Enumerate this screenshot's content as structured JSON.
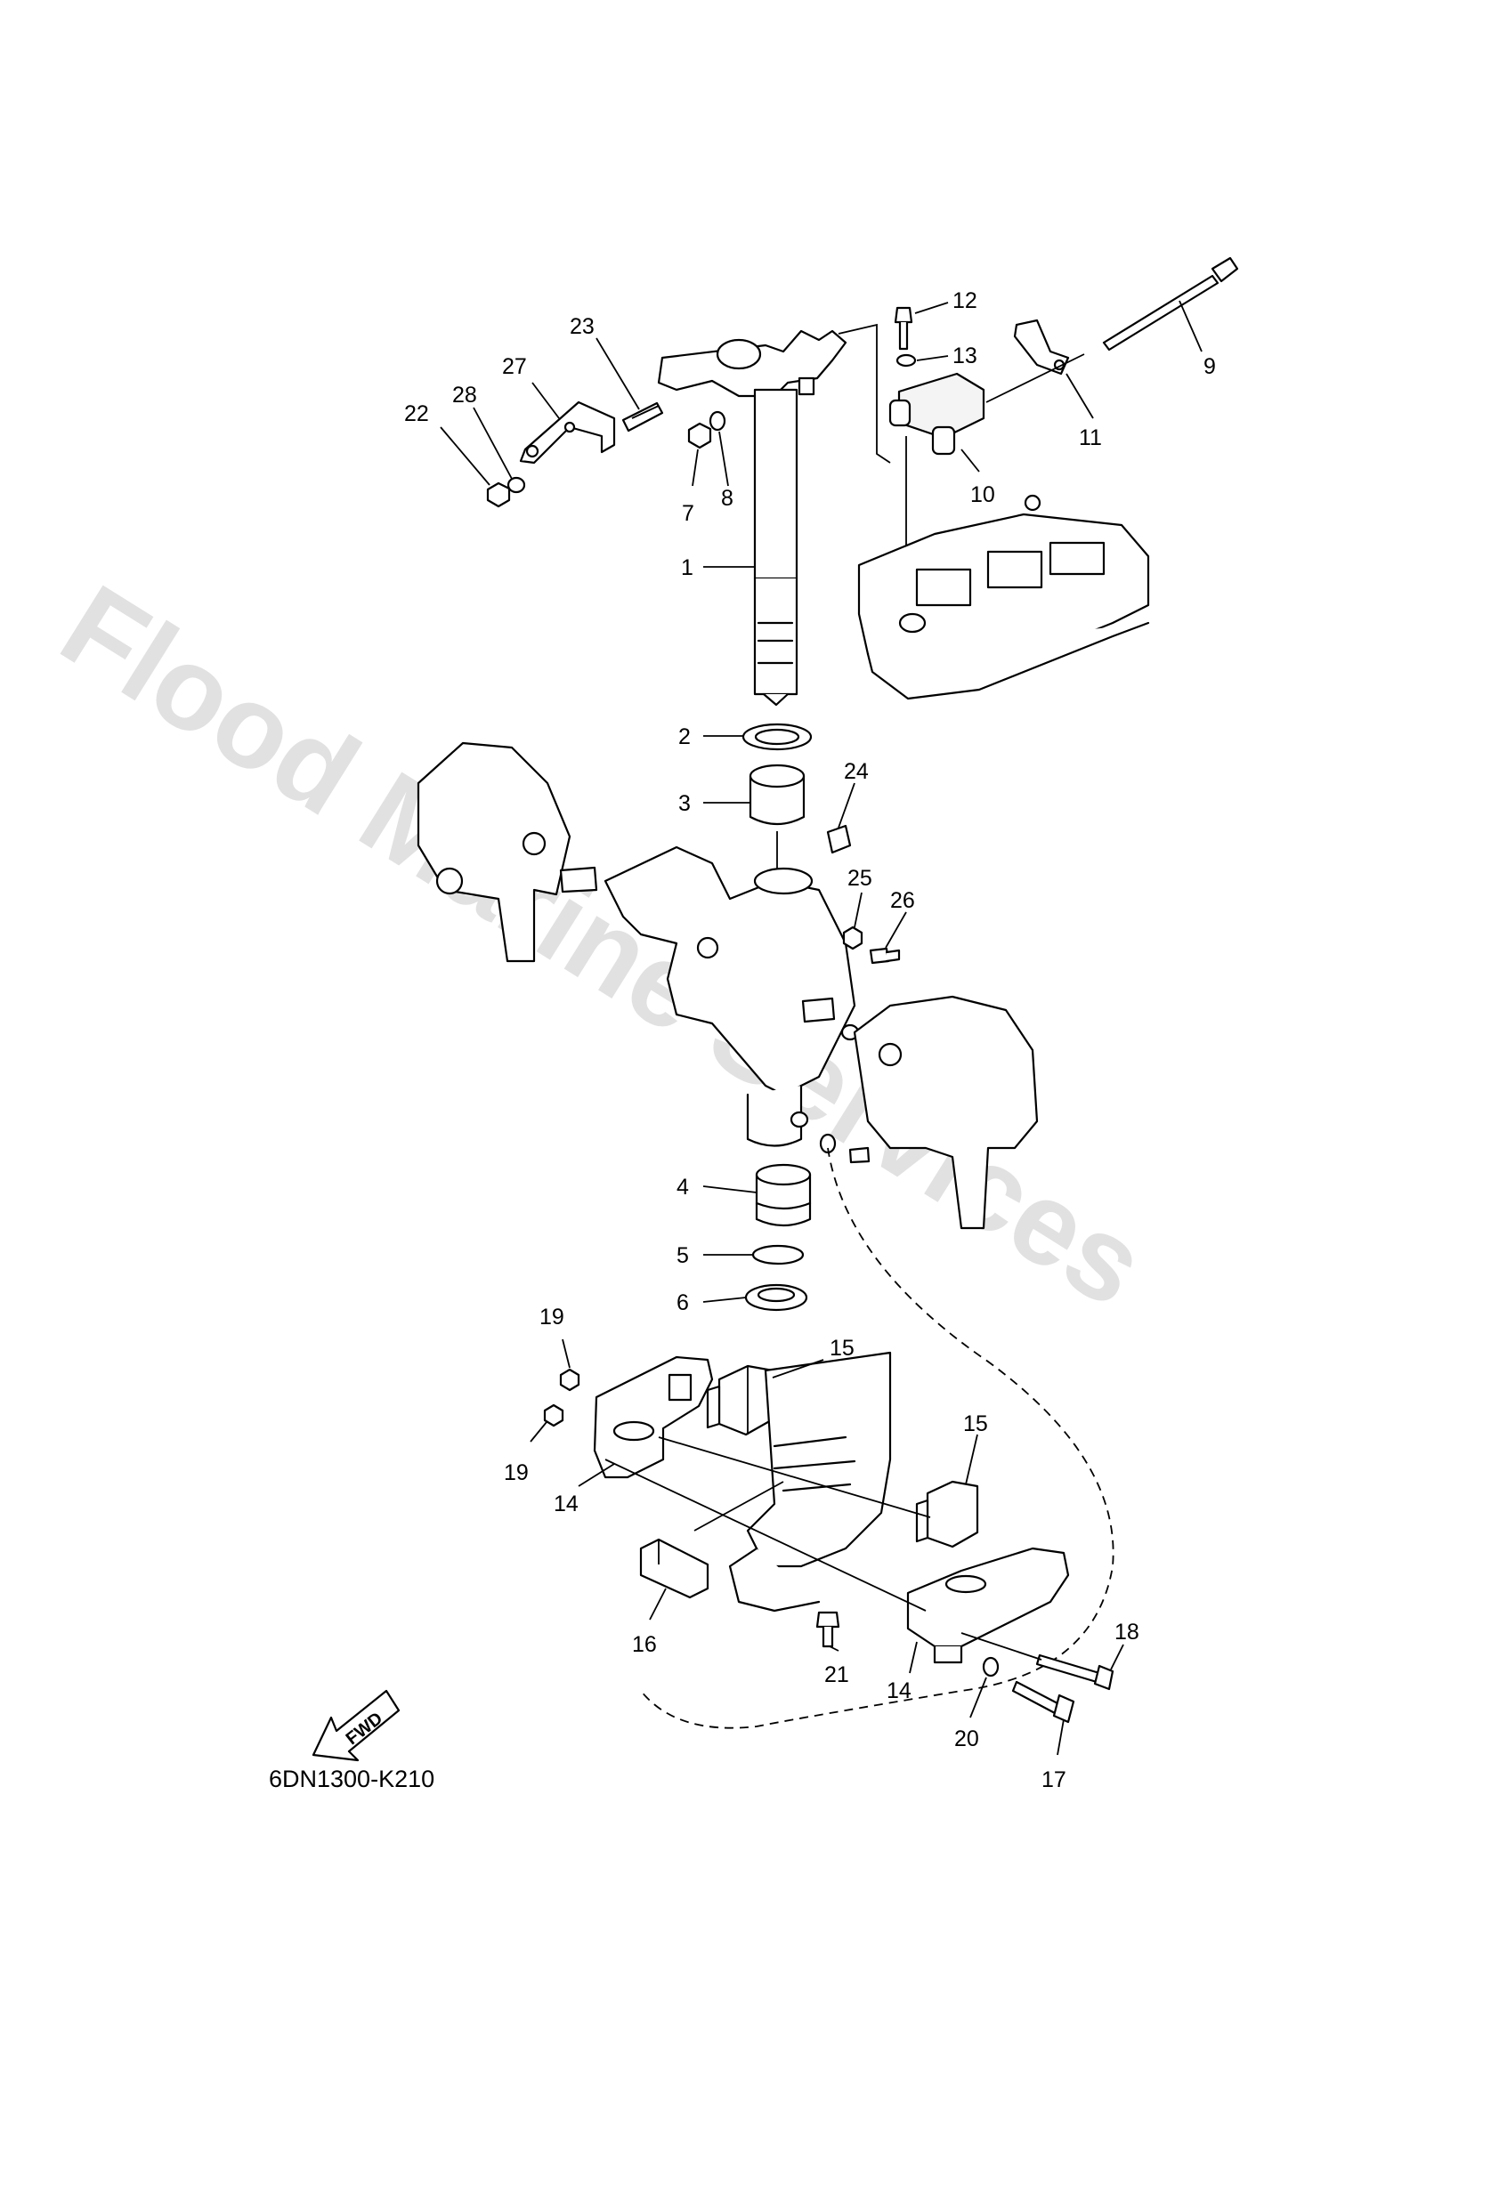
{
  "diagram": {
    "drawing_code": "6DN1300-K210",
    "watermark": "Flood Marine Services",
    "fwd_label": "FWD",
    "callouts": [
      {
        "id": "c1",
        "label": "1"
      },
      {
        "id": "c2",
        "label": "2"
      },
      {
        "id": "c3",
        "label": "3"
      },
      {
        "id": "c4",
        "label": "4"
      },
      {
        "id": "c5",
        "label": "5"
      },
      {
        "id": "c6",
        "label": "6"
      },
      {
        "id": "c7",
        "label": "7"
      },
      {
        "id": "c8",
        "label": "8"
      },
      {
        "id": "c9",
        "label": "9"
      },
      {
        "id": "c10",
        "label": "10"
      },
      {
        "id": "c11",
        "label": "11"
      },
      {
        "id": "c12",
        "label": "12"
      },
      {
        "id": "c13",
        "label": "13"
      },
      {
        "id": "c14a",
        "label": "14"
      },
      {
        "id": "c14b",
        "label": "14"
      },
      {
        "id": "c15a",
        "label": "15"
      },
      {
        "id": "c15b",
        "label": "15"
      },
      {
        "id": "c16",
        "label": "16"
      },
      {
        "id": "c17",
        "label": "17"
      },
      {
        "id": "c18",
        "label": "18"
      },
      {
        "id": "c19a",
        "label": "19"
      },
      {
        "id": "c19b",
        "label": "19"
      },
      {
        "id": "c20",
        "label": "20"
      },
      {
        "id": "c21",
        "label": "21"
      },
      {
        "id": "c22",
        "label": "22"
      },
      {
        "id": "c23",
        "label": "23"
      },
      {
        "id": "c24",
        "label": "24"
      },
      {
        "id": "c25",
        "label": "25"
      },
      {
        "id": "c26",
        "label": "26"
      },
      {
        "id": "c27",
        "label": "27"
      },
      {
        "id": "c28",
        "label": "28"
      }
    ]
  }
}
